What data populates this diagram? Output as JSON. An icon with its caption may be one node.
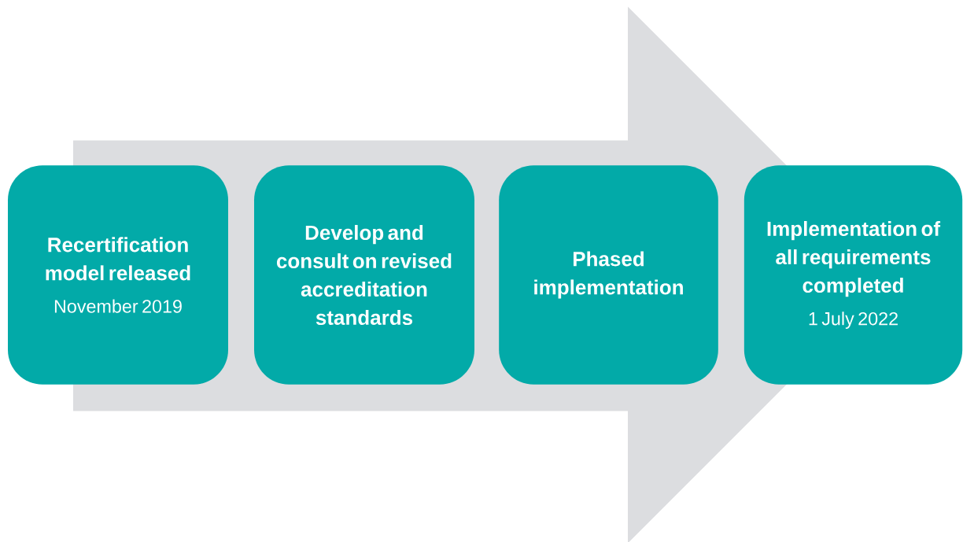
{
  "diagram": {
    "nodes": [
      {
        "text": [
          "Recertification model released",
          "November 2019"
        ]
      },
      {
        "text": [
          "Develop and consult on revised accreditation standards"
        ]
      },
      {
        "text": [
          "Phased implementation"
        ]
      },
      {
        "text": [
          "Implementation of all requirements completed",
          "1 July 2022"
        ]
      }
    ],
    "edges": [
      {
        "from": 0,
        "to": 3,
        "arrow": "to"
      }
    ]
  }
}
